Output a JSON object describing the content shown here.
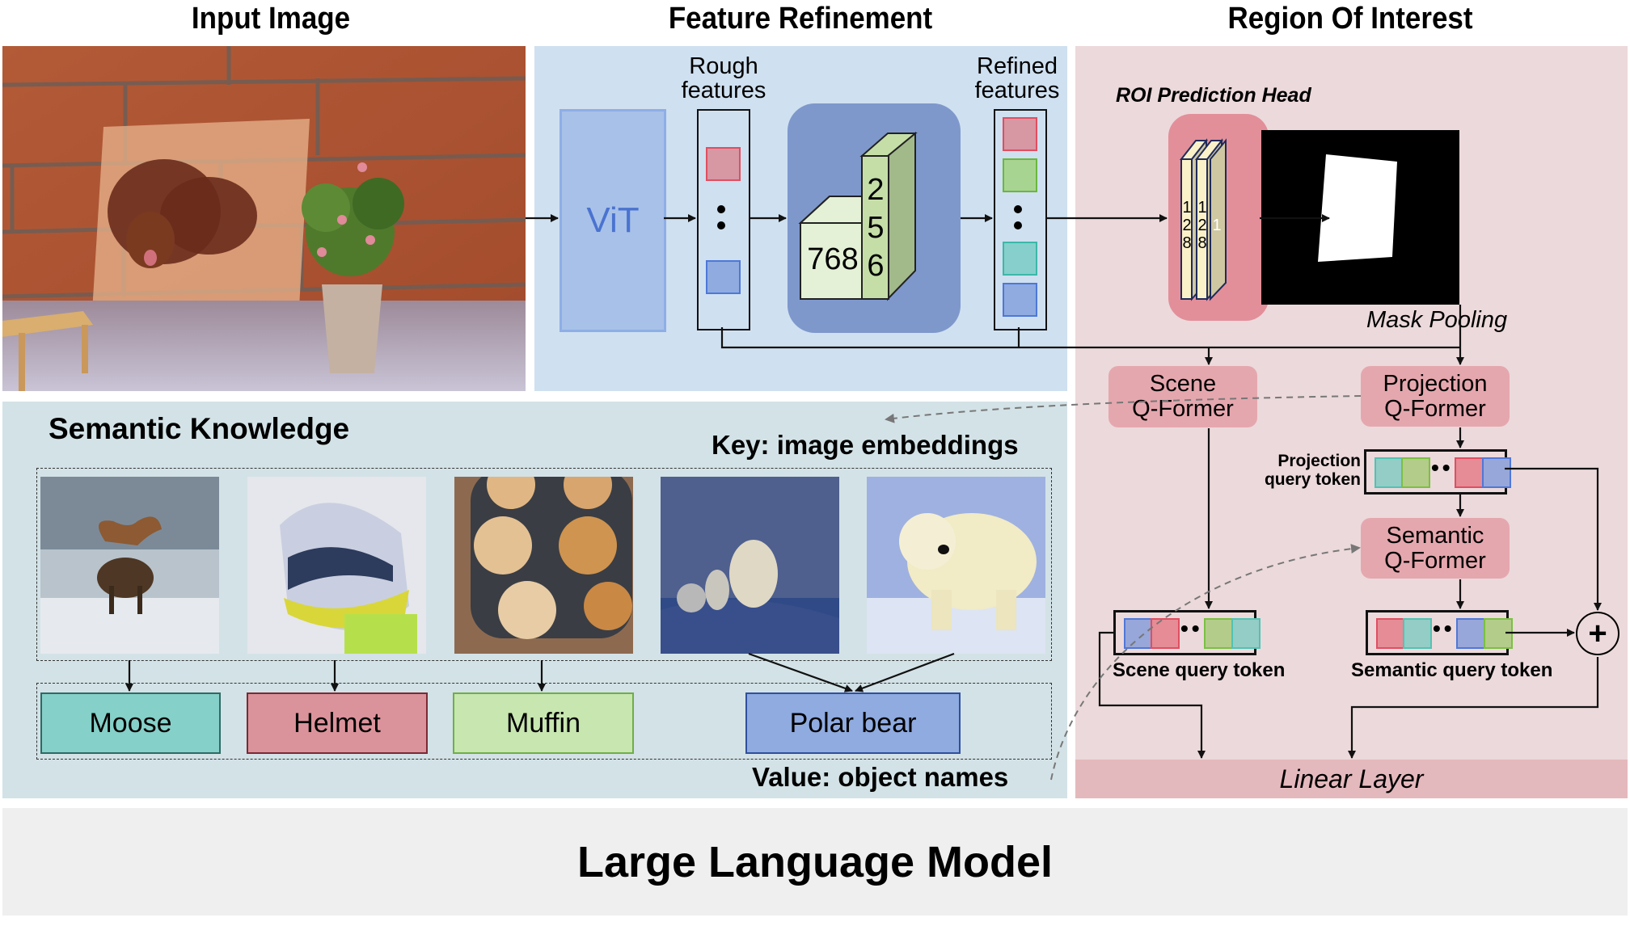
{
  "sections": {
    "input_image": "Input Image",
    "feature_refinement": "Feature Refinement",
    "region_of_interest": "Region Of Interest"
  },
  "feature_refinement": {
    "vit_label": "ViT",
    "rough_label_line1": "Rough",
    "rough_label_line2": "features",
    "refined_label_line1": "Refined",
    "refined_label_line2": "features",
    "cube_front": "768",
    "cube_side": [
      "2",
      "5",
      "6"
    ]
  },
  "roi": {
    "head_label": "ROI Prediction Head",
    "layer1_digits": [
      "1",
      "2",
      "8"
    ],
    "layer2_digits": [
      "1",
      "2",
      "8"
    ],
    "layer3_digit": "1",
    "mask_pooling": "Mask Pooling",
    "scene_qformer_line1": "Scene",
    "scene_qformer_line2": "Q-Former",
    "projection_qformer_line1": "Projection",
    "projection_qformer_line2": "Q-Former",
    "semantic_qformer_line1": "Semantic",
    "semantic_qformer_line2": "Q-Former",
    "projection_token_label_line1": "Projection",
    "projection_token_label_line2": "query token",
    "scene_token_label": "Scene query token",
    "semantic_token_label": "Semantic query token",
    "plus_symbol": "+",
    "linear_layer": "Linear Layer"
  },
  "semantic_knowledge": {
    "title": "Semantic Knowledge",
    "key_label": "Key: image embeddings",
    "value_label": "Value: object names",
    "items": [
      {
        "name": "Moose",
        "image": "moose-photo"
      },
      {
        "name": "Helmet",
        "image": "helmet-photo"
      },
      {
        "name": "Muffin",
        "image": "muffin-photo"
      },
      {
        "name": "Polar bear",
        "image": "polar-bear-photo",
        "extra_image": "polar-bear-photo-2"
      }
    ]
  },
  "llm_label": "Large Language Model",
  "colors": {
    "red_token": "#e58c96",
    "green_token": "#b3cc8a",
    "teal_token": "#93cdc6",
    "blue_token": "#97a7d9",
    "feature_panel": "#cfe0f0",
    "roi_panel": "#ecd9db",
    "knowledge_panel": "#d3e2e6",
    "qformer": "#e5a7ae",
    "linear_layer": "#e4b9bd",
    "llm": "#efefef"
  }
}
